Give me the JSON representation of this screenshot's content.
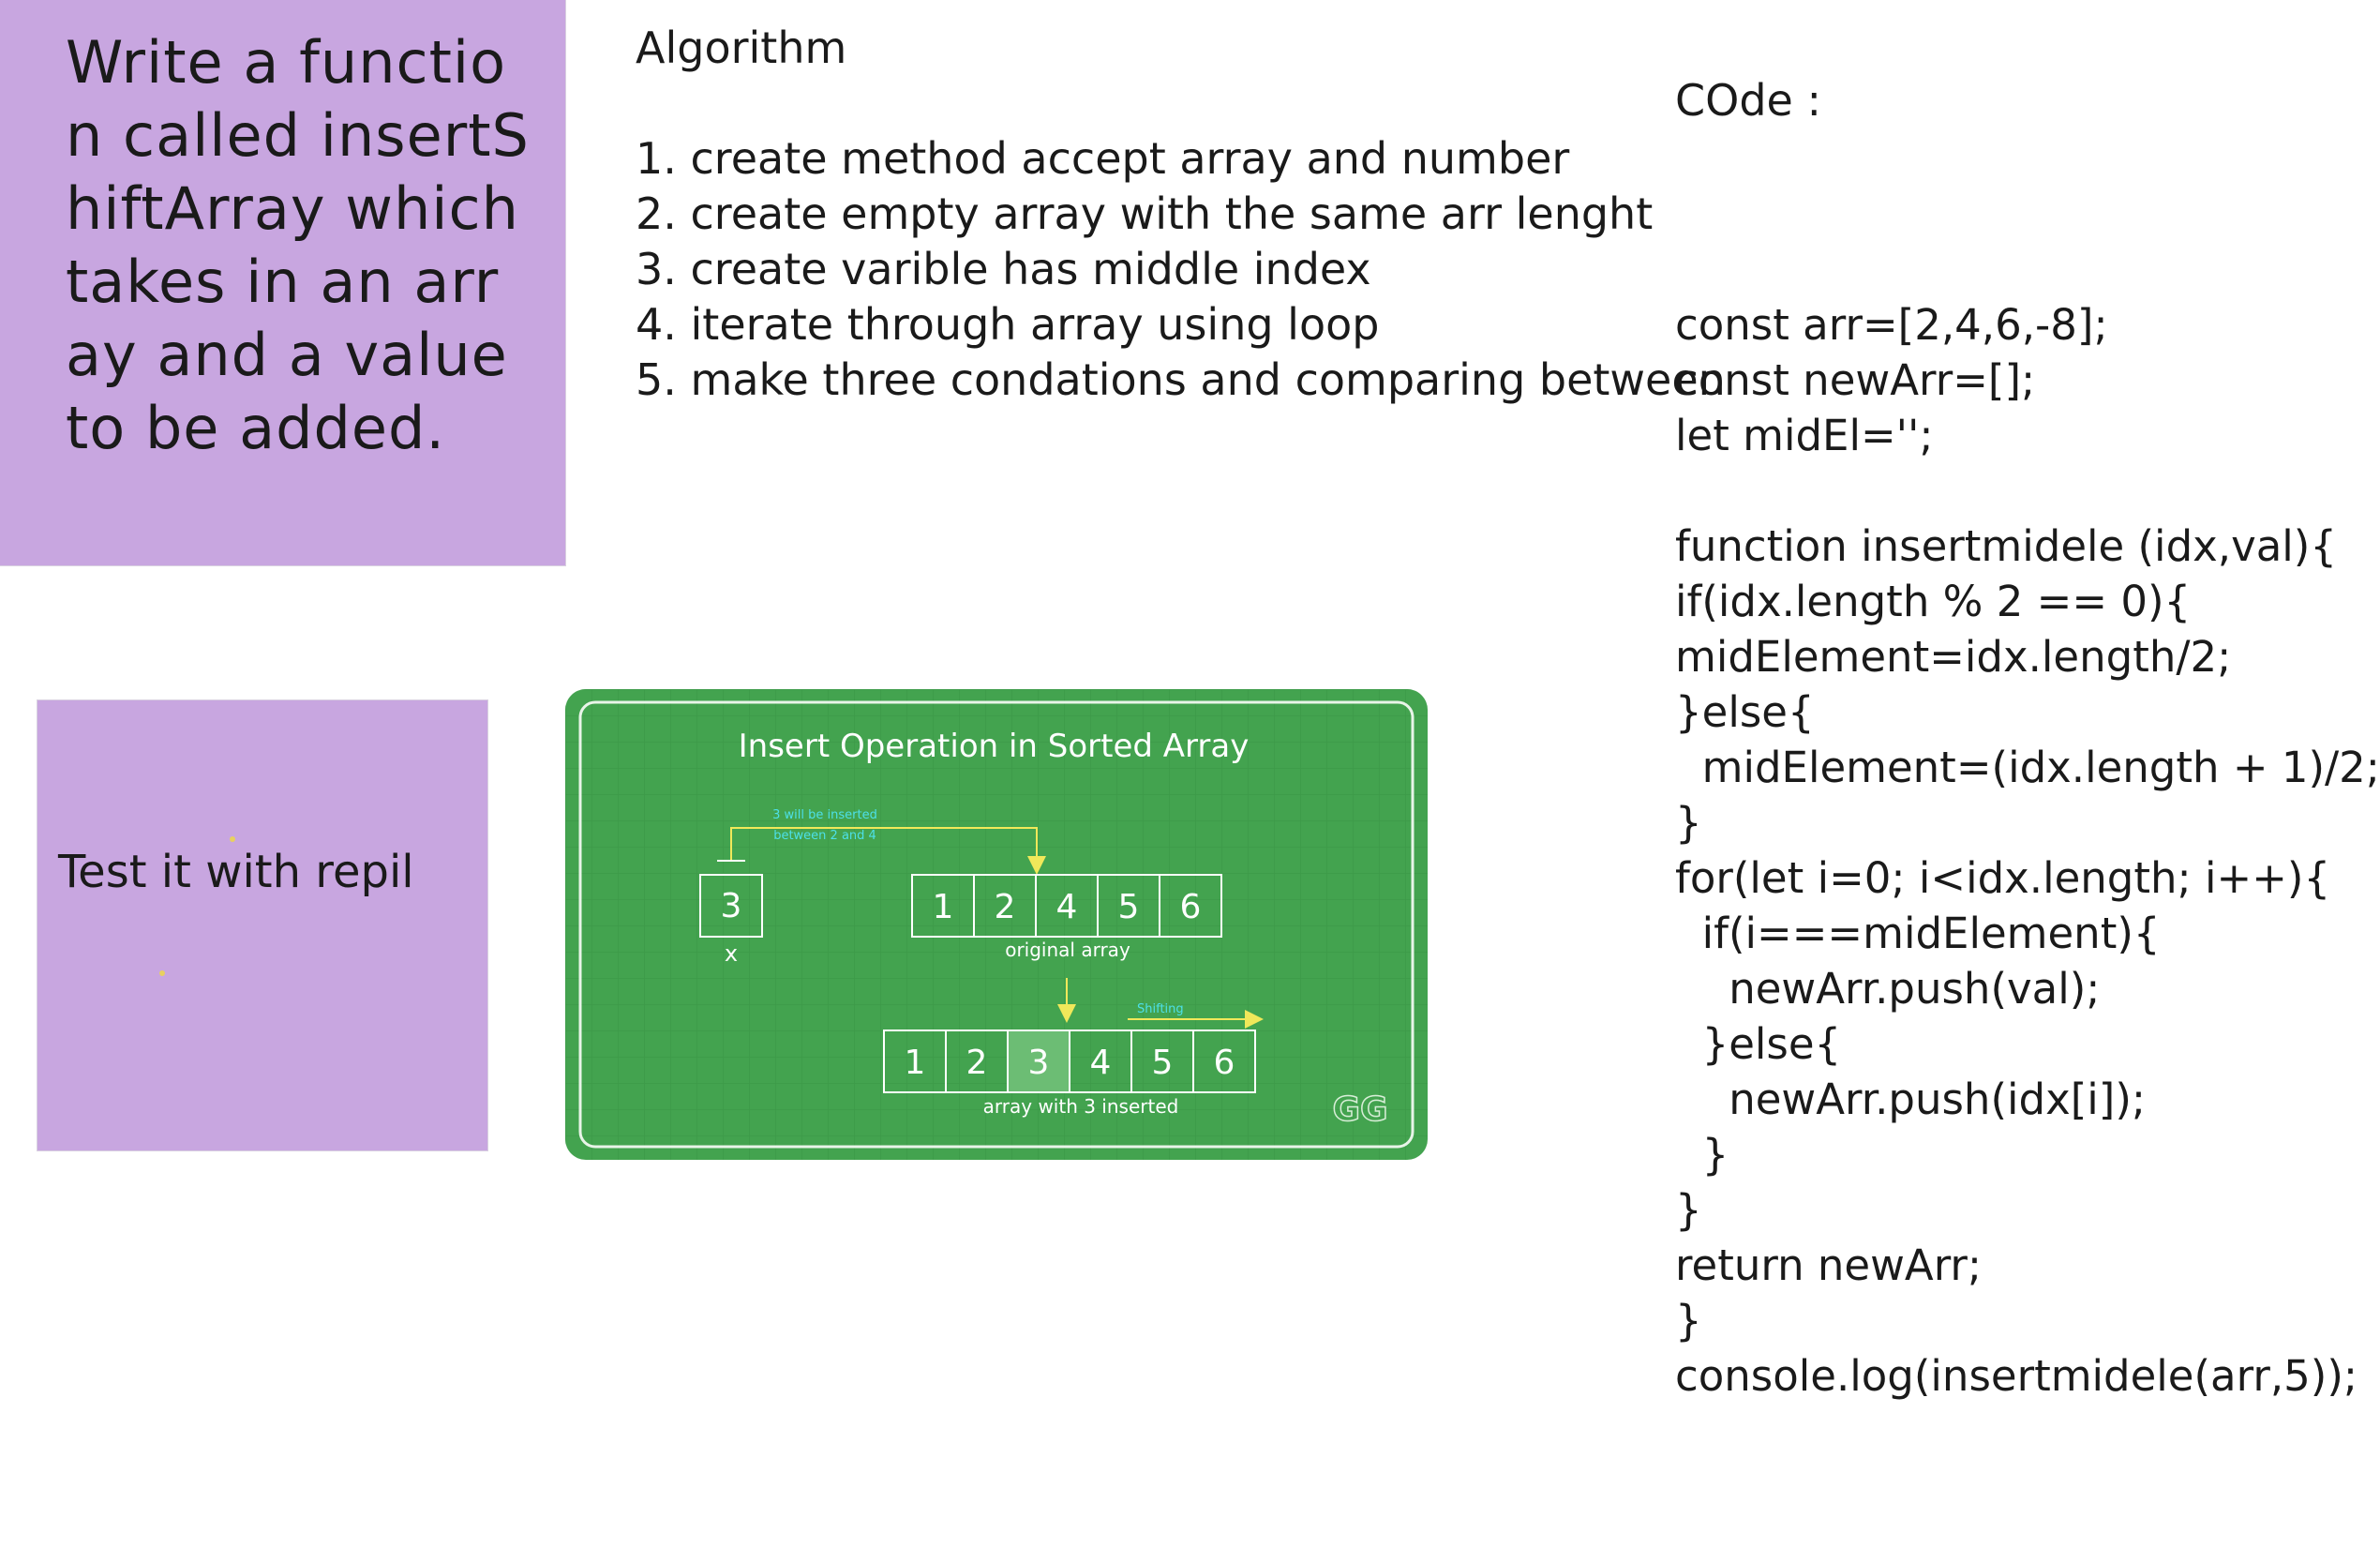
{
  "notes": {
    "prompt": "Write a function called insertShiftArray which takes in an array and a value to be added.",
    "test": "Test it with repil"
  },
  "algorithm": {
    "title": "Algorithm",
    "steps": [
      "1. create method accept array and number",
      "2. create empty array with the same arr lenght",
      "3. create varible has middle index",
      "4. iterate through array using loop",
      "5. make three condations and comparing between"
    ]
  },
  "code": {
    "label": "COde :",
    "lines": [
      "const arr=[2,4,6,-8];",
      "const newArr=[];",
      "let midEl='';",
      "",
      "function insertmidele (idx,val){",
      "if(idx.length % 2 == 0){",
      "midElement=idx.length/2;",
      "}else{",
      "  midElement=(idx.length + 1)/2;",
      "}",
      "for(let i=0; i<idx.length; i++){",
      "  if(i===midElement){",
      "    newArr.push(val);",
      "  }else{",
      "    newArr.push(idx[i]);",
      "  }",
      "}",
      "return newArr;",
      "}",
      "console.log(insertmidele(arr,5));"
    ]
  },
  "diagram": {
    "title": "Insert Operation in Sorted Array",
    "insert_value": "3",
    "insert_label": "x",
    "note_line1": "3 will be inserted",
    "note_line2": "between 2 and 4",
    "original": [
      "1",
      "2",
      "4",
      "5",
      "6"
    ],
    "original_label": "original array",
    "shifting_label": "Shifting",
    "result": [
      "1",
      "2",
      "3",
      "4",
      "5",
      "6"
    ],
    "result_label": "array with 3 inserted",
    "highlight_index": 2,
    "logo": "GG",
    "colors": {
      "background": "#43a34f",
      "cell_highlight": "#6cbd74",
      "arrow": "#f0e85a",
      "note_text": "#4de0e8"
    }
  }
}
